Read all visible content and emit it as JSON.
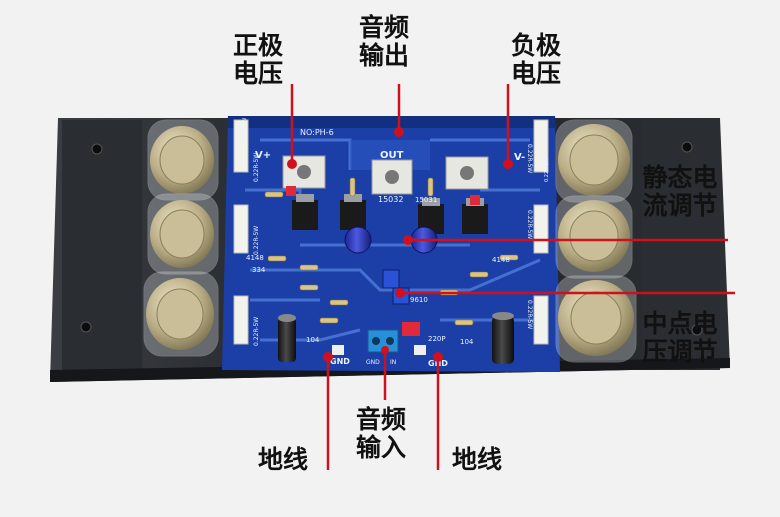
{
  "colors": {
    "background": "#f2f2f2",
    "heatsink": "#23262a",
    "pcb": "#1b3fa6",
    "pcb_dark": "#12307f",
    "trace": "#4d79d8",
    "silkscreen": "#eaf2ff",
    "callout_line": "#d0101c",
    "transistor_metal": "#b9ad86",
    "capacitor": "#2b36b8",
    "terminal": "#e7e7e2"
  },
  "icons": {
    "transistor": "to3-metal-can-transistor",
    "mounting_hole": "screw-hole",
    "capacitor": "electrolytic-capacitor",
    "potentiometer": "trimmer-potentiometer",
    "terminal": "screw-terminal-block"
  },
  "callouts": {
    "positive_voltage": "正极\n电压",
    "audio_output": "音频\n输出",
    "negative_voltage": "负极\n电压",
    "quiescent_current": "静态电\n流调节",
    "midpoint_voltage": "中点电\n压调节",
    "ground_left": "地线",
    "audio_input": "音频\n输入",
    "ground_right": "地线"
  },
  "board": {
    "model": "NO:PH-6",
    "out": "OUT",
    "v_plus": "V+",
    "v_minus": "V-",
    "gnd_left": "GND",
    "gnd_right": "GND",
    "input_gnd": "GND",
    "input_in": "IN",
    "part_15032": "15032",
    "part_15031": "15031",
    "part_9610": "9610",
    "part_220p": "220P",
    "part_4148_left": "4148",
    "part_4148_right": "4148",
    "part_334": "334",
    "part_104_left": "104",
    "part_104_right": "104",
    "r_left_top": "0.22R-5W",
    "r_left_mid": "0.22R-5W",
    "r_left_bottom": "0.22R-5W",
    "r_right_top": "0.22R-5W",
    "r_right_mid": "0.22R-5W",
    "r_right_bottom": "0.22R-5W",
    "r_top_left": "0.22R-5W",
    "r_top_right": "0.22R-5W"
  }
}
